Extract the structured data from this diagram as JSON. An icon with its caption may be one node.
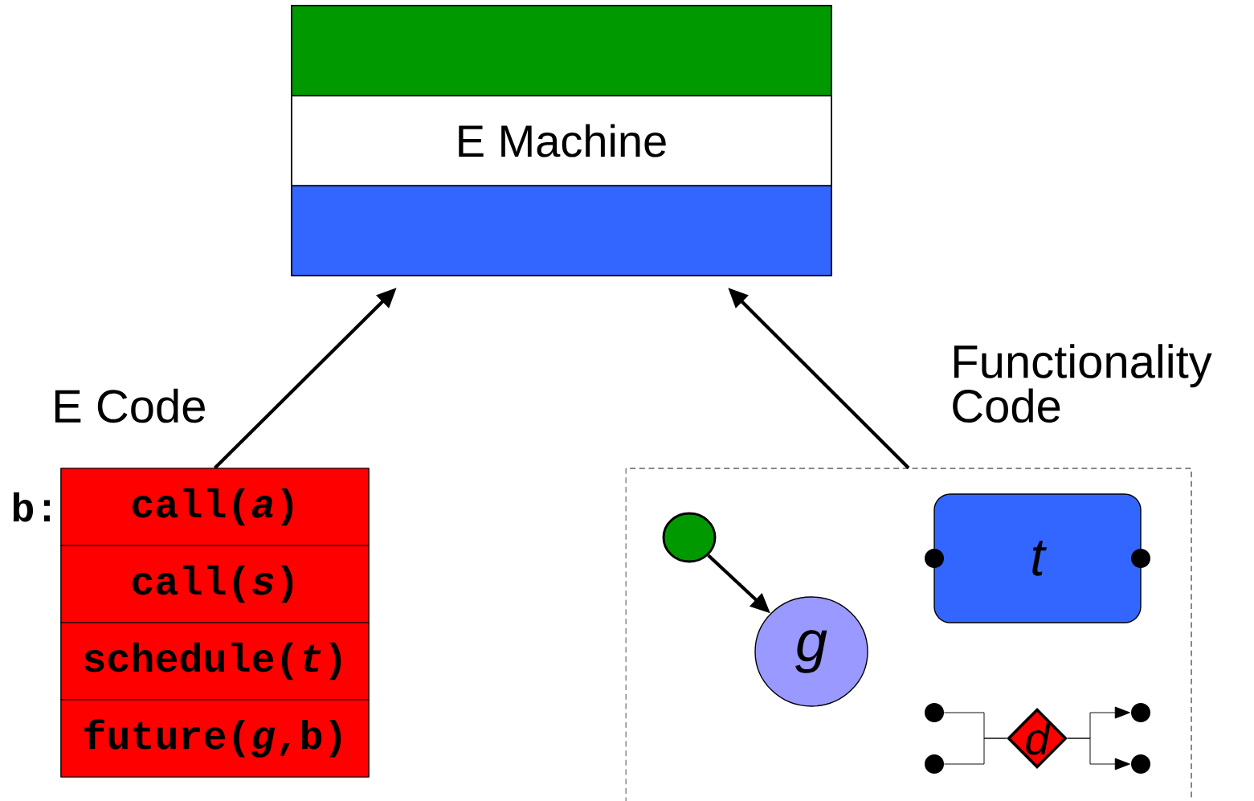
{
  "diagram": {
    "nodes": [
      {
        "text": [
          "E Machine"
        ]
      },
      {
        "text": [
          "E Code"
        ]
      },
      {
        "text": [
          "call(*a*)"
        ],
        "in": 1,
        "beside": [
          "b:"
        ]
      },
      {
        "text": [
          "call(*s*)"
        ],
        "in": 1
      },
      {
        "text": [
          "schedule(*t*)"
        ],
        "in": 1
      },
      {
        "text": [
          "future(*g*,b)"
        ],
        "in": 1
      },
      {
        "text": [
          "Functionality Code"
        ]
      },
      {
        "text": [],
        "shape": "circle",
        "in": 6
      },
      {
        "text": [
          "t"
        ],
        "in": 6
      },
      {
        "text": [
          "g"
        ],
        "in": 6
      },
      {
        "text": [],
        "shape": "circle",
        "in": 6
      },
      {
        "text": [],
        "shape": "circle",
        "in": 6
      },
      {
        "text": [
          "d"
        ],
        "in": 6
      },
      {
        "text": [],
        "shape": "circle",
        "in": 6
      },
      {
        "text": [],
        "shape": "circle",
        "in": 6
      }
    ],
    "edges": [
      {
        "from": 1,
        "to": 0,
        "arrow": "to",
        "style": "thick"
      },
      {
        "from": 6,
        "to": 0,
        "arrow": "to",
        "style": "thick"
      },
      {
        "from": 7,
        "to": 9,
        "arrow": "to",
        "style": "thick"
      },
      {
        "from": 10,
        "to": 12,
        "arrow": "none"
      },
      {
        "from": 11,
        "to": 12,
        "arrow": "none"
      },
      {
        "from": 12,
        "to": 13,
        "arrow": "to"
      },
      {
        "from": 12,
        "to": 14,
        "arrow": "to"
      }
    ]
  }
}
